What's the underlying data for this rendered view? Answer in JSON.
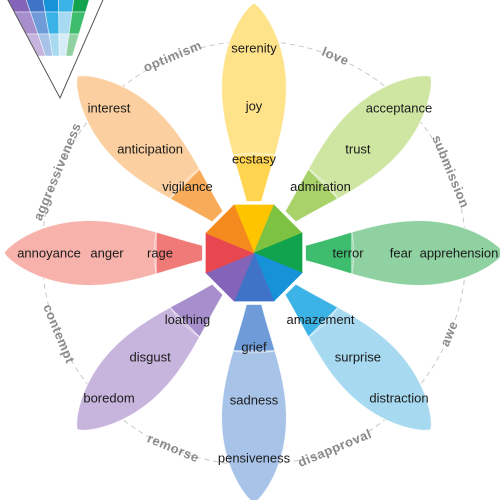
{
  "wheel": {
    "petals": [
      {
        "name": "joy",
        "colors": [
          "#ffe38b",
          "#ffd44e",
          "#ffc400"
        ],
        "labels": [
          "serenity",
          "joy",
          "ecstasy"
        ]
      },
      {
        "name": "trust",
        "colors": [
          "#cfe6a2",
          "#a9d26a",
          "#7ec242"
        ],
        "labels": [
          "acceptance",
          "trust",
          "admiration"
        ]
      },
      {
        "name": "fear",
        "colors": [
          "#8fd1a0",
          "#3fbd6e",
          "#11a34d"
        ],
        "labels": [
          "apprehension",
          "fear",
          "terror"
        ]
      },
      {
        "name": "surprise",
        "colors": [
          "#a7d9f0",
          "#3bb3e6",
          "#1693d8"
        ],
        "labels": [
          "distraction",
          "surprise",
          "amazement"
        ]
      },
      {
        "name": "sadness",
        "colors": [
          "#a8c3e8",
          "#6f9cd8",
          "#3e73c8"
        ],
        "labels": [
          "pensiveness",
          "sadness",
          "grief"
        ]
      },
      {
        "name": "disgust",
        "colors": [
          "#c8b5dd",
          "#a78fcd",
          "#8464b8"
        ],
        "labels": [
          "boredom",
          "disgust",
          "loathing"
        ]
      },
      {
        "name": "anger",
        "colors": [
          "#f7b2ac",
          "#f07a77",
          "#e9474f"
        ],
        "labels": [
          "annoyance",
          "anger",
          "rage"
        ]
      },
      {
        "name": "anticipation",
        "colors": [
          "#fbcf9f",
          "#f8ac59",
          "#f58b1f"
        ],
        "labels": [
          "interest",
          "anticipation",
          "vigilance"
        ]
      }
    ],
    "dyads": [
      "love",
      "submission",
      "awe",
      "disapproval",
      "remorse",
      "contempt",
      "aggressiveness",
      "optimism"
    ]
  }
}
